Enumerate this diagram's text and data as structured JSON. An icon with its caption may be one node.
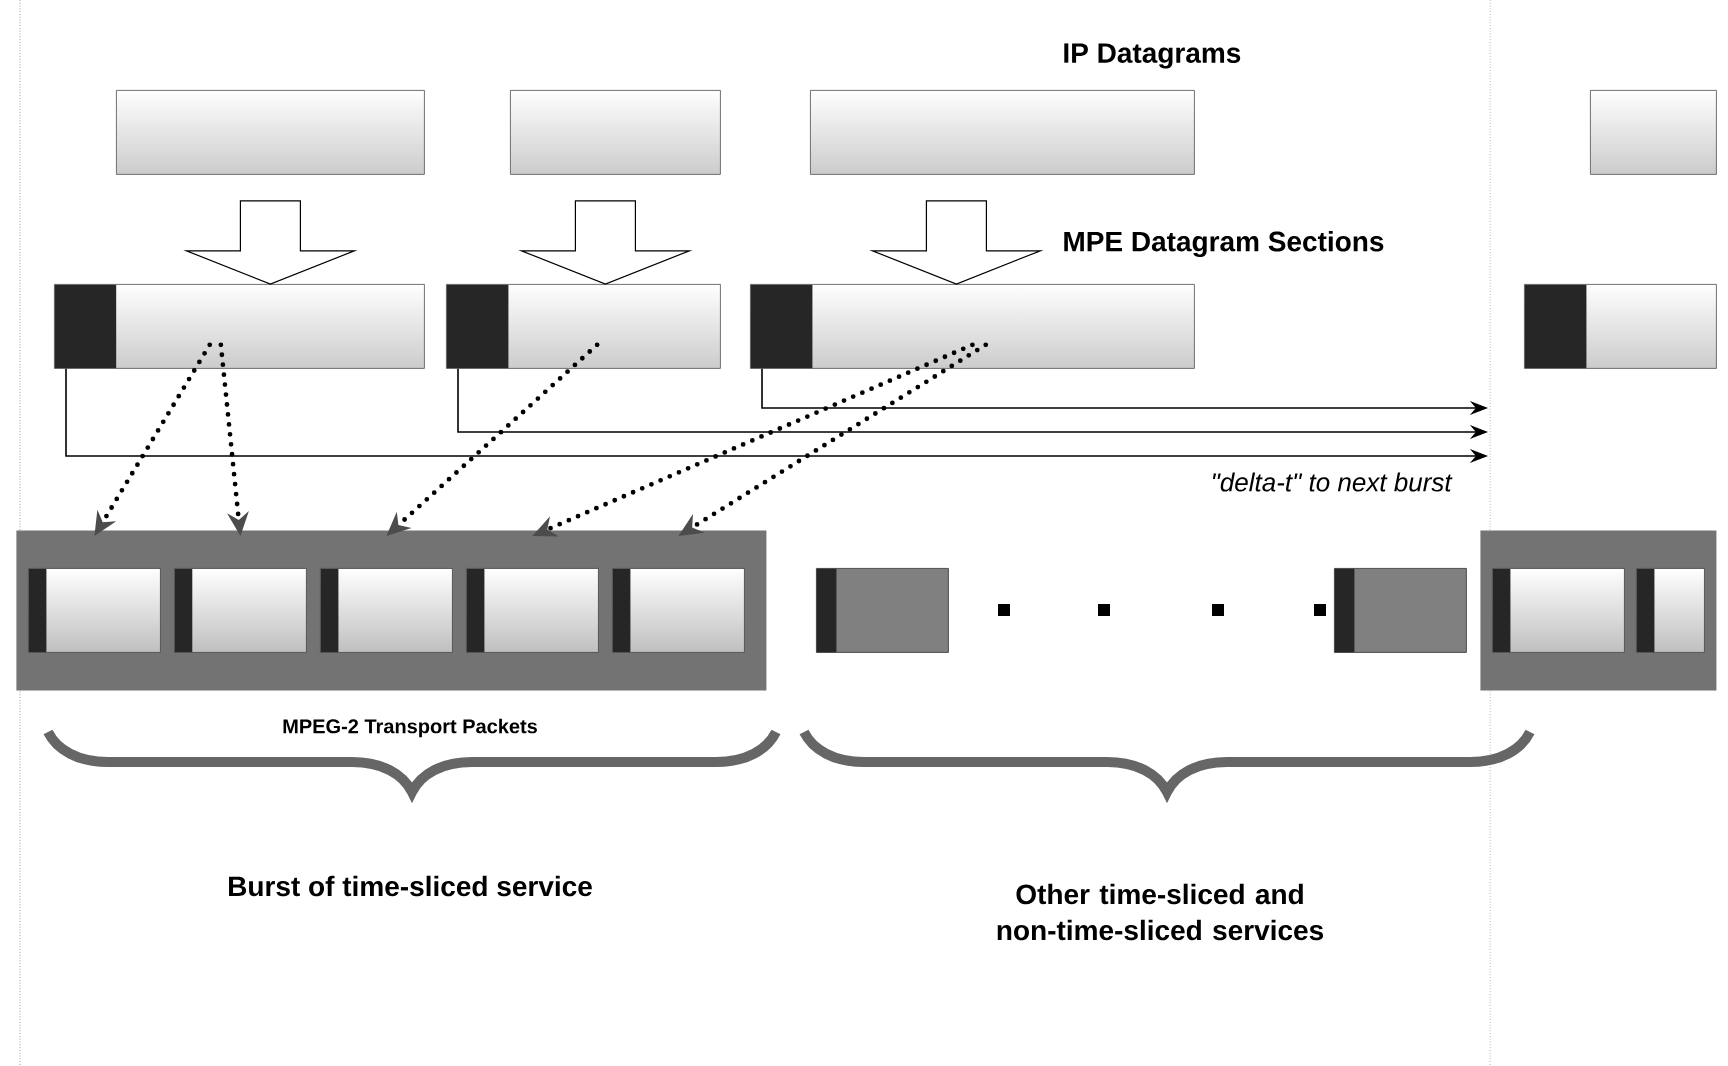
{
  "diagram": {
    "nodes": [
      {
        "text": [],
        "shape": "box"
      },
      {
        "text": [],
        "shape": "box"
      },
      {
        "text": [],
        "shape": "box"
      },
      {
        "text": [],
        "shape": "box"
      },
      {
        "text": [],
        "shape": "box"
      },
      {
        "text": [],
        "shape": "box"
      },
      {
        "text": [],
        "shape": "box"
      },
      {
        "text": [],
        "shape": "box"
      },
      {
        "text": [],
        "shape": "bar"
      },
      {
        "text": [],
        "shape": "box",
        "in": 8
      },
      {
        "text": [],
        "shape": "box",
        "in": 8
      },
      {
        "text": [],
        "shape": "box",
        "in": 8
      },
      {
        "text": [],
        "shape": "box",
        "in": 8
      },
      {
        "text": [],
        "shape": "box",
        "in": 8
      },
      {
        "text": [],
        "shape": "box"
      },
      {
        "text": [],
        "shape": "box"
      },
      {
        "text": [],
        "shape": "bar"
      },
      {
        "text": [],
        "shape": "box",
        "in": 16
      },
      {
        "text": [],
        "shape": "box",
        "in": 16
      }
    ],
    "edges": [
      {
        "from": 0,
        "to": 4,
        "arrow": "to",
        "style": "thick"
      },
      {
        "from": 1,
        "to": 5,
        "arrow": "to",
        "style": "thick"
      },
      {
        "from": 2,
        "to": 6,
        "arrow": "to",
        "style": "thick"
      },
      {
        "from": 4,
        "to": 9,
        "arrow": "to",
        "style": "dashed"
      },
      {
        "from": 4,
        "to": 10,
        "arrow": "to",
        "style": "dashed"
      },
      {
        "from": 5,
        "to": 11,
        "arrow": "to",
        "style": "dashed"
      },
      {
        "from": 6,
        "to": 12,
        "arrow": "to",
        "style": "dashed"
      },
      {
        "from": 6,
        "to": 13,
        "arrow": "to",
        "style": "dashed"
      },
      {
        "from": 4,
        "to": null,
        "arrow": "to",
        "label": "\"delta-t\" to next burst"
      },
      {
        "from": 5,
        "to": null,
        "arrow": "to"
      },
      {
        "from": 6,
        "to": null,
        "arrow": "to"
      }
    ],
    "labels": [
      "IP Datagrams",
      "MPE Datagram Sections",
      "MPEG-2 Transport Packets",
      "Burst of time-sliced service",
      "Other time-sliced and non-time-sliced services"
    ]
  }
}
